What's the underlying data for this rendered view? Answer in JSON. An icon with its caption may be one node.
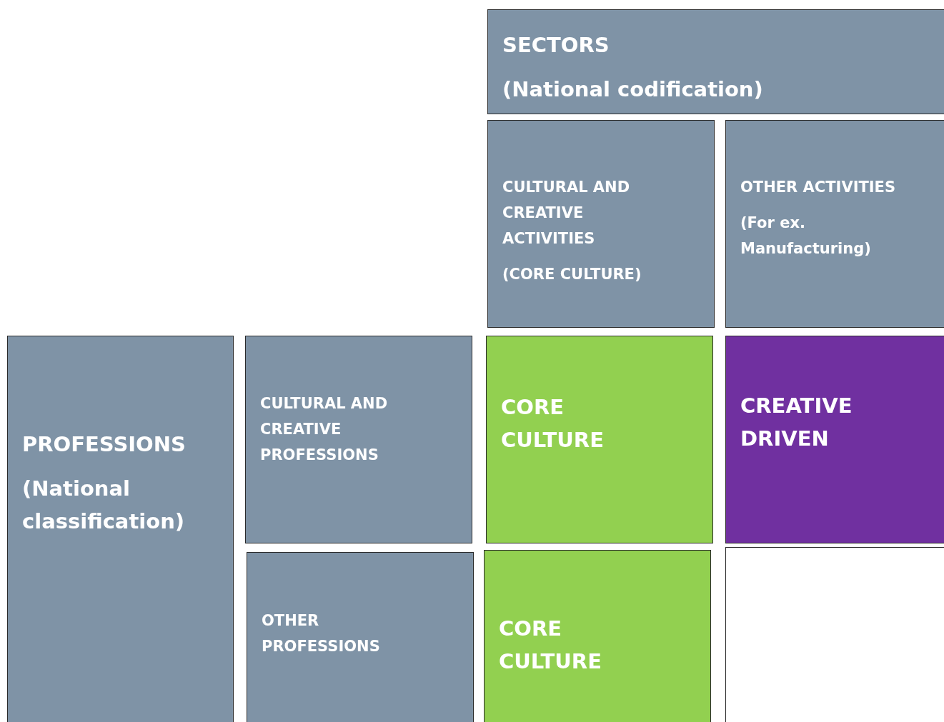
{
  "diagram": {
    "nodes": [
      {
        "text": [
          "SECTORS",
          "(National codification)"
        ]
      },
      {
        "text": [
          "CULTURAL AND CREATIVE ACTIVITIES",
          "(CORE CULTURE)"
        ]
      },
      {
        "text": [
          "OTHER ACTIVITIES",
          "(For ex. Manufacturing)"
        ]
      },
      {
        "text": [
          "PROFESSIONS",
          "(National classification)"
        ]
      },
      {
        "text": [
          "CULTURAL AND CREATIVE PROFESSIONS"
        ]
      },
      {
        "text": [
          "CORE CULTURE"
        ]
      },
      {
        "text": [
          "CREATIVE DRIVEN"
        ]
      },
      {
        "text": [
          "OTHER PROFESSIONS"
        ]
      },
      {
        "text": [
          "CORE CULTURE"
        ]
      },
      {
        "text": [],
        "shape": "box"
      }
    ]
  }
}
